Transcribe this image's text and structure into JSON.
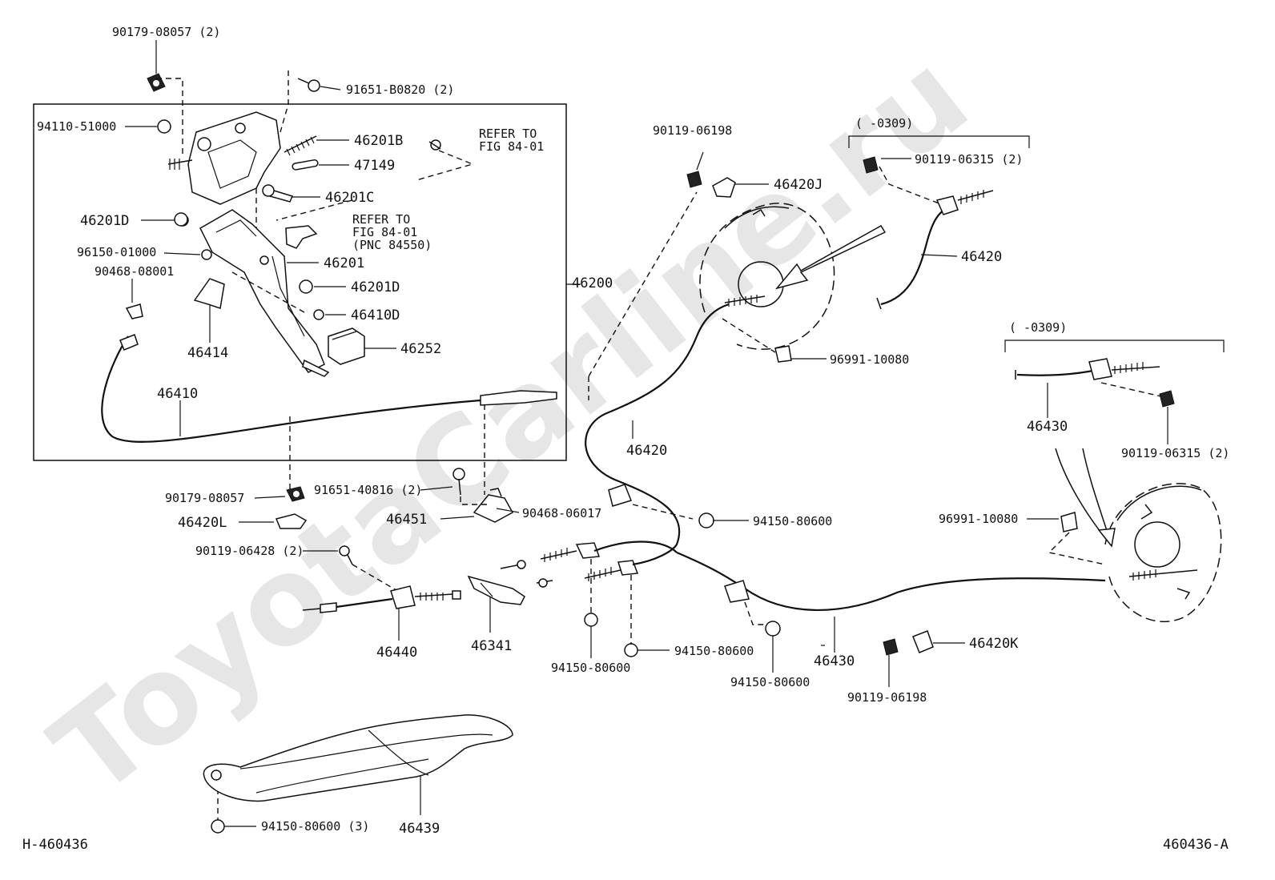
{
  "watermark": "ToyotaCarline.ru",
  "diagram_id_left": "H-460436",
  "diagram_id_right": "460436-A",
  "assembly_label": "46200",
  "range_note_top": "(      -0309)",
  "range_note_right": "(      -0309)",
  "refer_1": [
    "REFER TO",
    "FIG 84-01"
  ],
  "refer_2": [
    "REFER TO",
    "FIG 84-01",
    "(PNC 84550)"
  ],
  "parts": {
    "p90179_08057_2": "90179-08057 (2)",
    "p91651_B0820_2": "91651-B0820 (2)",
    "p94110_51000": "94110-51000",
    "p46201B": "46201B",
    "p47149": "47149",
    "p46201C": "46201C",
    "p46201D_a": "46201D",
    "p96150_01000": "96150-01000",
    "p46201": "46201",
    "p90468_08001": "90468-08001",
    "p46201D_b": "46201D",
    "p46410D": "46410D",
    "p46414": "46414",
    "p46252": "46252",
    "p46410": "46410",
    "p90179_08057": "90179-08057",
    "p46420L": "46420L",
    "p91651_40816_2": "91651-40816 (2)",
    "p46451": "46451",
    "p90468_06017": "90468-06017",
    "p90119_06428_2": "90119-06428 (2)",
    "p46440": "46440",
    "p46341": "46341",
    "p94150_80600_a": "94150-80600",
    "p94150_80600_b": "94150-80600",
    "p94150_80600_c": "94150-80600",
    "p94150_80600_d": "94150-80600",
    "p94150_80600_3": "94150-80600 (3)",
    "p46439": "46439",
    "p90119_06198_a": "90119-06198",
    "p46420J": "46420J",
    "p90119_06315_2a": "90119-06315 (2)",
    "p46420_a": "46420",
    "p96991_10080_a": "96991-10080",
    "p46420_b": "46420",
    "p46430_a": "46430",
    "p90119_06315_2b": "90119-06315 (2)",
    "p96991_10080_b": "96991-10080",
    "p46420K": "46420K",
    "p46430_b": "46430",
    "p90119_06198_b": "90119-06198"
  }
}
